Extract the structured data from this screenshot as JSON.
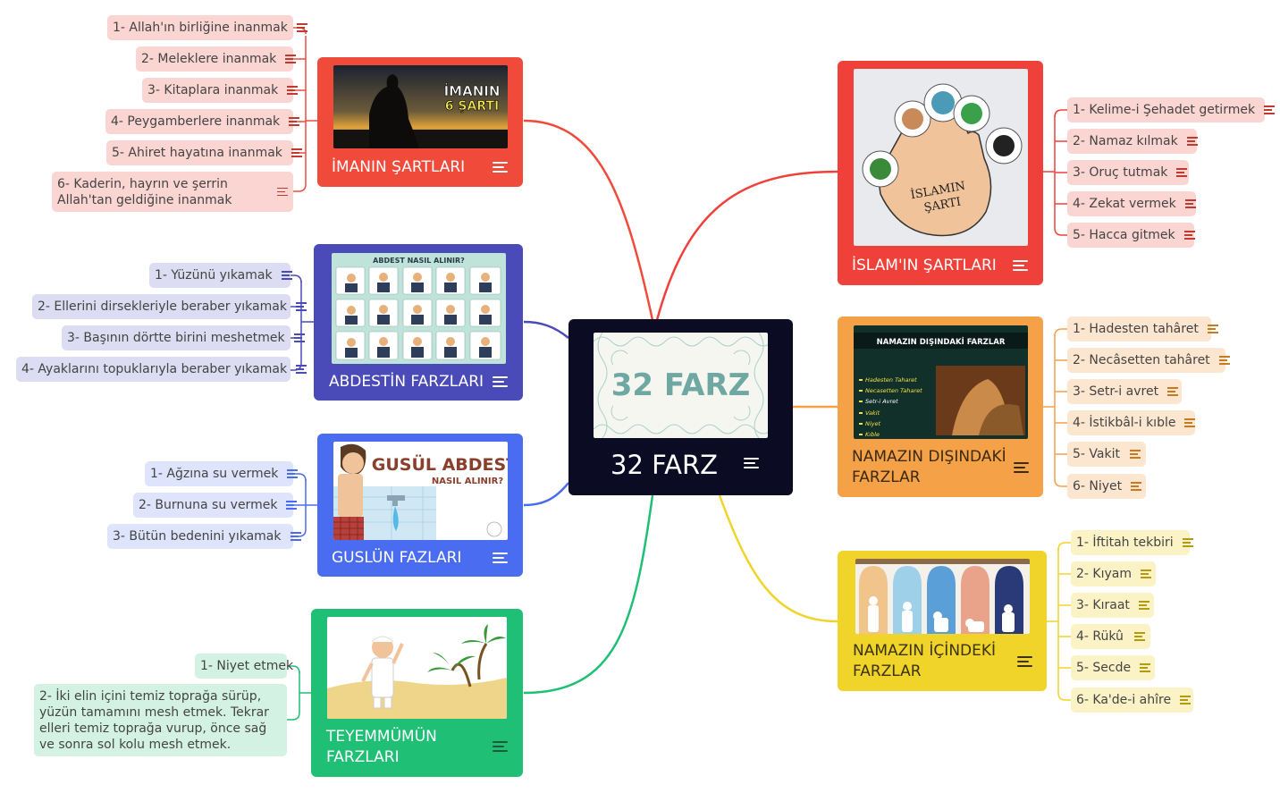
{
  "central": {
    "title": "32 FARZ",
    "image_text": "32 FARZ"
  },
  "branches": {
    "iman": {
      "title": "İMANIN ŞARTLARI",
      "image_text": [
        "İMANIN",
        "6 ŞARTI"
      ],
      "items": [
        "1- Allah'ın birliğine inanmak",
        "2- Meleklere inanmak",
        "3- Kitaplara inanmak",
        "4- Peygamberlere inanmak",
        "5- Ahiret hayatına inanmak",
        "6- Kaderin, hayrın ve şerrin Allah'tan geldiğine inanmak"
      ]
    },
    "abdest": {
      "title": "ABDESTİN FARZLARI",
      "image_text": "ABDEST NASIL ALINIR?",
      "items": [
        "1- Yüzünü yıkamak",
        "2- Ellerini dirsekleriyle beraber yıkamak",
        "3- Başının dörtte birini meshetmek",
        "4- Ayaklarını topuklarıyla beraber yıkamak"
      ]
    },
    "gusul": {
      "title": "GUSLÜN FAZLARI",
      "image_text": [
        "GUSÜL ABDESTİ",
        "NASIL ALINIR?"
      ],
      "items": [
        "1- Ağzına su vermek",
        "2- Burnuna su vermek",
        "3- Bütün bedenini yıkamak"
      ]
    },
    "teyemmum": {
      "title": "TEYEMMÜMÜN FARZLARI",
      "items": [
        "1- Niyet etmek",
        "2- İki elin içini temiz toprağa sürüp, yüzün tamamını mesh etmek. Tekrar elleri temiz toprağa vurup, önce sağ ve sonra sol kolu mesh etmek."
      ]
    },
    "islam": {
      "title": "İSLAM'IN ŞARTLARI",
      "image_text": [
        "İSLAMIN",
        "ŞARTI"
      ],
      "items": [
        "1- Kelime-i Şehadet getirmek",
        "2- Namaz kılmak",
        "3- Oruç tutmak",
        "4- Zekat vermek",
        "5- Hacca gitmek"
      ]
    },
    "namaz_disi": {
      "title": "NAMAZIN DIŞINDAKİ FARZLAR",
      "image_text": {
        "heading": "NAMAZIN DIŞINDAKİ FARZLAR",
        "list": [
          "Hadesten Taharet",
          "Necasetten Taharet",
          "Setr-i Avret",
          "Vakit",
          "Niyet",
          "Kıble"
        ]
      },
      "items": [
        "1- Hadesten tahâret",
        "2- Necâsetten tahâret",
        "3- Setr-i avret",
        "4- İstikbâl-i kıble",
        "5- Vakit",
        "6- Niyet"
      ]
    },
    "namaz_ici": {
      "title": "NAMAZIN İÇİNDEKİ FARZLAR",
      "items": [
        "1- İftitah tekbiri",
        "2- Kıyam",
        "3- Kıraat",
        "4- Rükû",
        "5- Secde",
        "6- Ka'de-i ahîre"
      ]
    }
  },
  "colors": {
    "central_bg": "#0b0b24",
    "iman": "#f04a3b",
    "iman_leaf": "#fbd5d2",
    "abdest": "#4a4ab8",
    "abdest_leaf": "#dcdcf2",
    "gusul": "#4a6cf0",
    "gusul_leaf": "#dde4fb",
    "teyemmum": "#1fbf76",
    "teyemmum_leaf": "#d3f2e3",
    "islam": "#f0403a",
    "islam_leaf": "#fbd5d2",
    "namaz_disi": "#f4a148",
    "namaz_disi_leaf": "#fde6cf",
    "namaz_ici": "#f1d429",
    "namaz_ici_leaf": "#fbf3c6"
  }
}
